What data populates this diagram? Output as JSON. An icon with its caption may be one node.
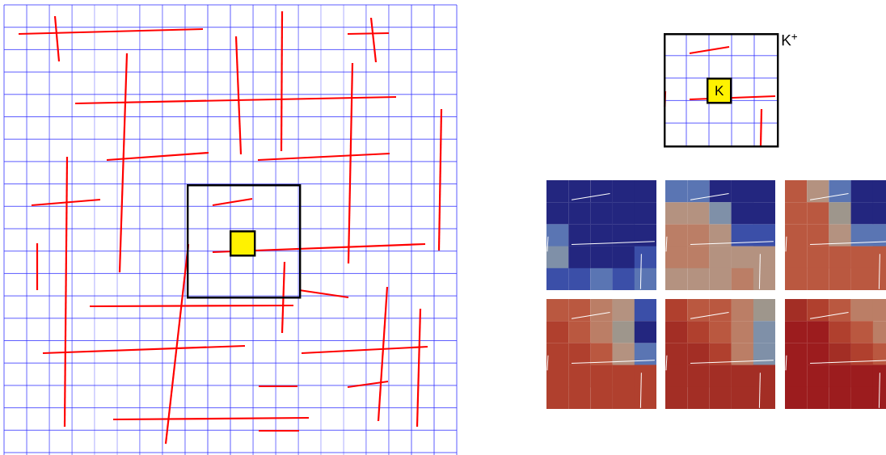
{
  "diagram": {
    "nodes": [
      {
        "text": [],
        "shape": "box"
      },
      {
        "text": [],
        "shape": "box",
        "in": 0
      },
      {
        "text": [
          "K$^{+}$"
        ]
      },
      {
        "text": [
          "K"
        ],
        "in": 2
      }
    ]
  }
}
